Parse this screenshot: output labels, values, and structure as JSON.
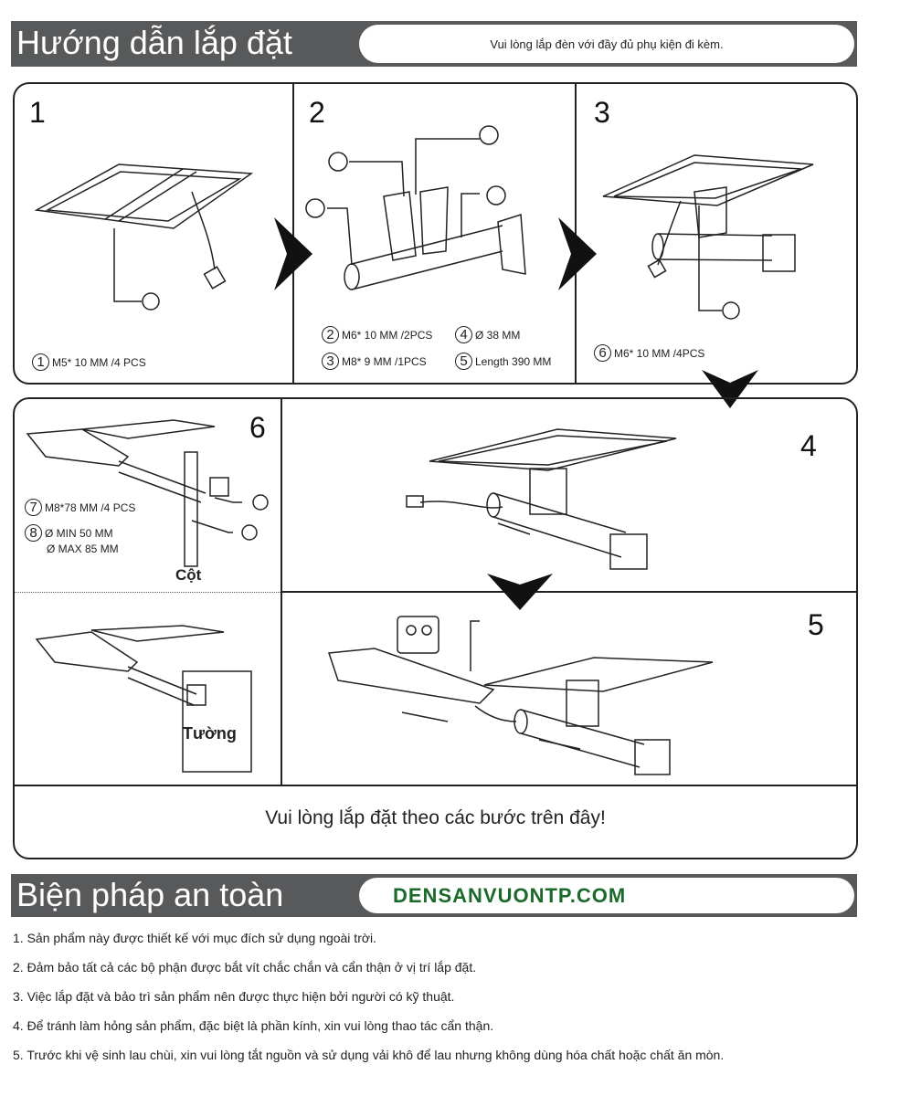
{
  "install": {
    "title": "Hướng dẫn lắp đặt",
    "note": "Vui lòng lắp đèn với đầy đủ phụ kiện đi kèm.",
    "steps": [
      {
        "number": "1",
        "specs": [
          {
            "id": "1",
            "text": "M5* 10  MM /4 PCS"
          }
        ]
      },
      {
        "number": "2",
        "specs": [
          {
            "id": "2",
            "text": "M6* 10  MM /2PCS"
          },
          {
            "id": "3",
            "text": "M8* 9  MM /1PCS"
          },
          {
            "id": "4",
            "text": "Ø 38 MM"
          },
          {
            "id": "5",
            "text": "Length 390 MM"
          }
        ]
      },
      {
        "number": "3",
        "specs": [
          {
            "id": "6",
            "text": "M6* 10  MM /4PCS"
          }
        ]
      },
      {
        "number": "4"
      },
      {
        "number": "5"
      },
      {
        "number": "6",
        "specs": [
          {
            "id": "7",
            "text": "M8*78 MM /4 PCS"
          },
          {
            "id": "8",
            "text": "Ø MIN 50 MM"
          },
          {
            "id": "8b",
            "text": "Ø MAX 85 MM"
          }
        ]
      }
    ],
    "pole_label": "Cột",
    "wall_label": "Tường",
    "footer": "Vui lòng lắp đặt theo các bước trên đây!"
  },
  "safety": {
    "title": "Biện pháp an toàn",
    "brand": "DENSANVUONTP.COM",
    "brand_color": "#1a6b2a",
    "items": [
      "1. Sản phẩm này được thiết kế với mục đích sử dụng ngoài trời.",
      "2. Đảm bảo tất cả các bộ phận được bắt vít chắc chắn và cẩn thận ở vị trí lắp đặt.",
      "3. Việc lắp đặt và bảo trì sản phẩm nên được thực hiện bởi người có kỹ thuật.",
      "4. Để tránh làm hỏng sản phẩm, đặc biệt là phần kính, xin vui lòng thao tác cẩn thận.",
      "5. Trước khi vệ sinh lau chùi, xin vui lòng tắt nguồn và sử dụng vải khô để lau nhưng không dùng hóa chất hoặc chất ăn mòn."
    ]
  }
}
